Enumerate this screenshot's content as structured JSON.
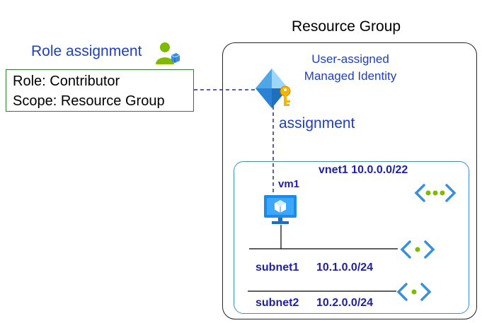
{
  "resource_group": {
    "title": "Resource Group"
  },
  "role_assignment": {
    "title": "Role assignment",
    "role": "Role: Contributor",
    "scope": "Scope: Resource Group"
  },
  "managed_identity": {
    "label_line1": "User-assigned",
    "label_line2": "Managed Identity"
  },
  "assignment_label": "assignment",
  "vnet": {
    "label": "vnet1 10.0.0.0/22"
  },
  "vm": {
    "label": "vm1"
  },
  "subnets": [
    {
      "name": "subnet1",
      "cidr": "10.1.0.0/24"
    },
    {
      "name": "subnet2",
      "cidr": "10.2.0.0/24"
    }
  ],
  "colors": {
    "label_blue": "#1f3fbf",
    "bold_blue": "#1f1fa8",
    "azure_blue": "#3b8ede",
    "green_border": "#2e7d32",
    "icon_green": "#7fba00"
  },
  "icons": [
    "user-role-icon",
    "managed-identity-icon",
    "key-icon",
    "virtual-machine-icon",
    "vnet-icon",
    "subnet-icon"
  ]
}
